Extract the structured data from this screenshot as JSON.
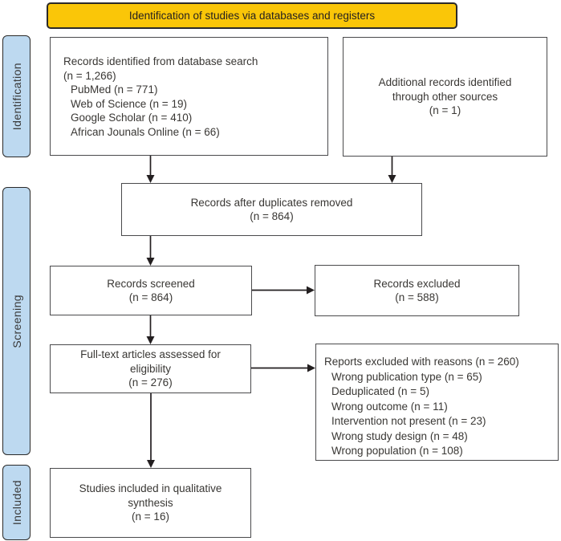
{
  "banner": {
    "label": "Identification of studies via databases and registers"
  },
  "sidebar": {
    "identification": "Identification",
    "screening": "Screening",
    "included": "Included"
  },
  "boxes": {
    "identified": {
      "lines": [
        "Records identified from database search",
        "(n = 1,266)"
      ],
      "items": [
        "PubMed (n = 771)",
        "Web of Science (n = 19)",
        "Google Scholar (n = 410)",
        "African Jounals Online (n = 66)"
      ]
    },
    "additional": {
      "lines": [
        "Additional records identified",
        "through other sources",
        "(n = 1)"
      ]
    },
    "after_duplicates": {
      "lines": [
        "Records after duplicates removed",
        "(n = 864)"
      ]
    },
    "screened": {
      "lines": [
        "Records screened",
        "(n = 864)"
      ]
    },
    "records_excluded": {
      "lines": [
        "Records excluded",
        "(n = 588)"
      ]
    },
    "full_text": {
      "lines": [
        "Full-text articles assessed for",
        "eligibility",
        "(n = 276)"
      ]
    },
    "reports_excluded": {
      "header": "Reports excluded with reasons (n = 260)",
      "items": [
        "Wrong publication type (n = 65)",
        "Deduplicated (n = 5)",
        "Wrong outcome (n = 11)",
        "Intervention not present (n = 23)",
        "Wrong study design (n = 48)",
        "Wrong population (n = 108)"
      ]
    },
    "included_studies": {
      "lines": [
        "Studies included in qualitative",
        "synthesis",
        "(n = 16)"
      ]
    }
  },
  "colors": {
    "banner_bg": "#FAC608",
    "sidebar_bg": "#BDD9F0",
    "box_border": "#4A4A4C",
    "dark_border": "#2B2A29",
    "text": "#393734",
    "arrow": "#231F20"
  }
}
